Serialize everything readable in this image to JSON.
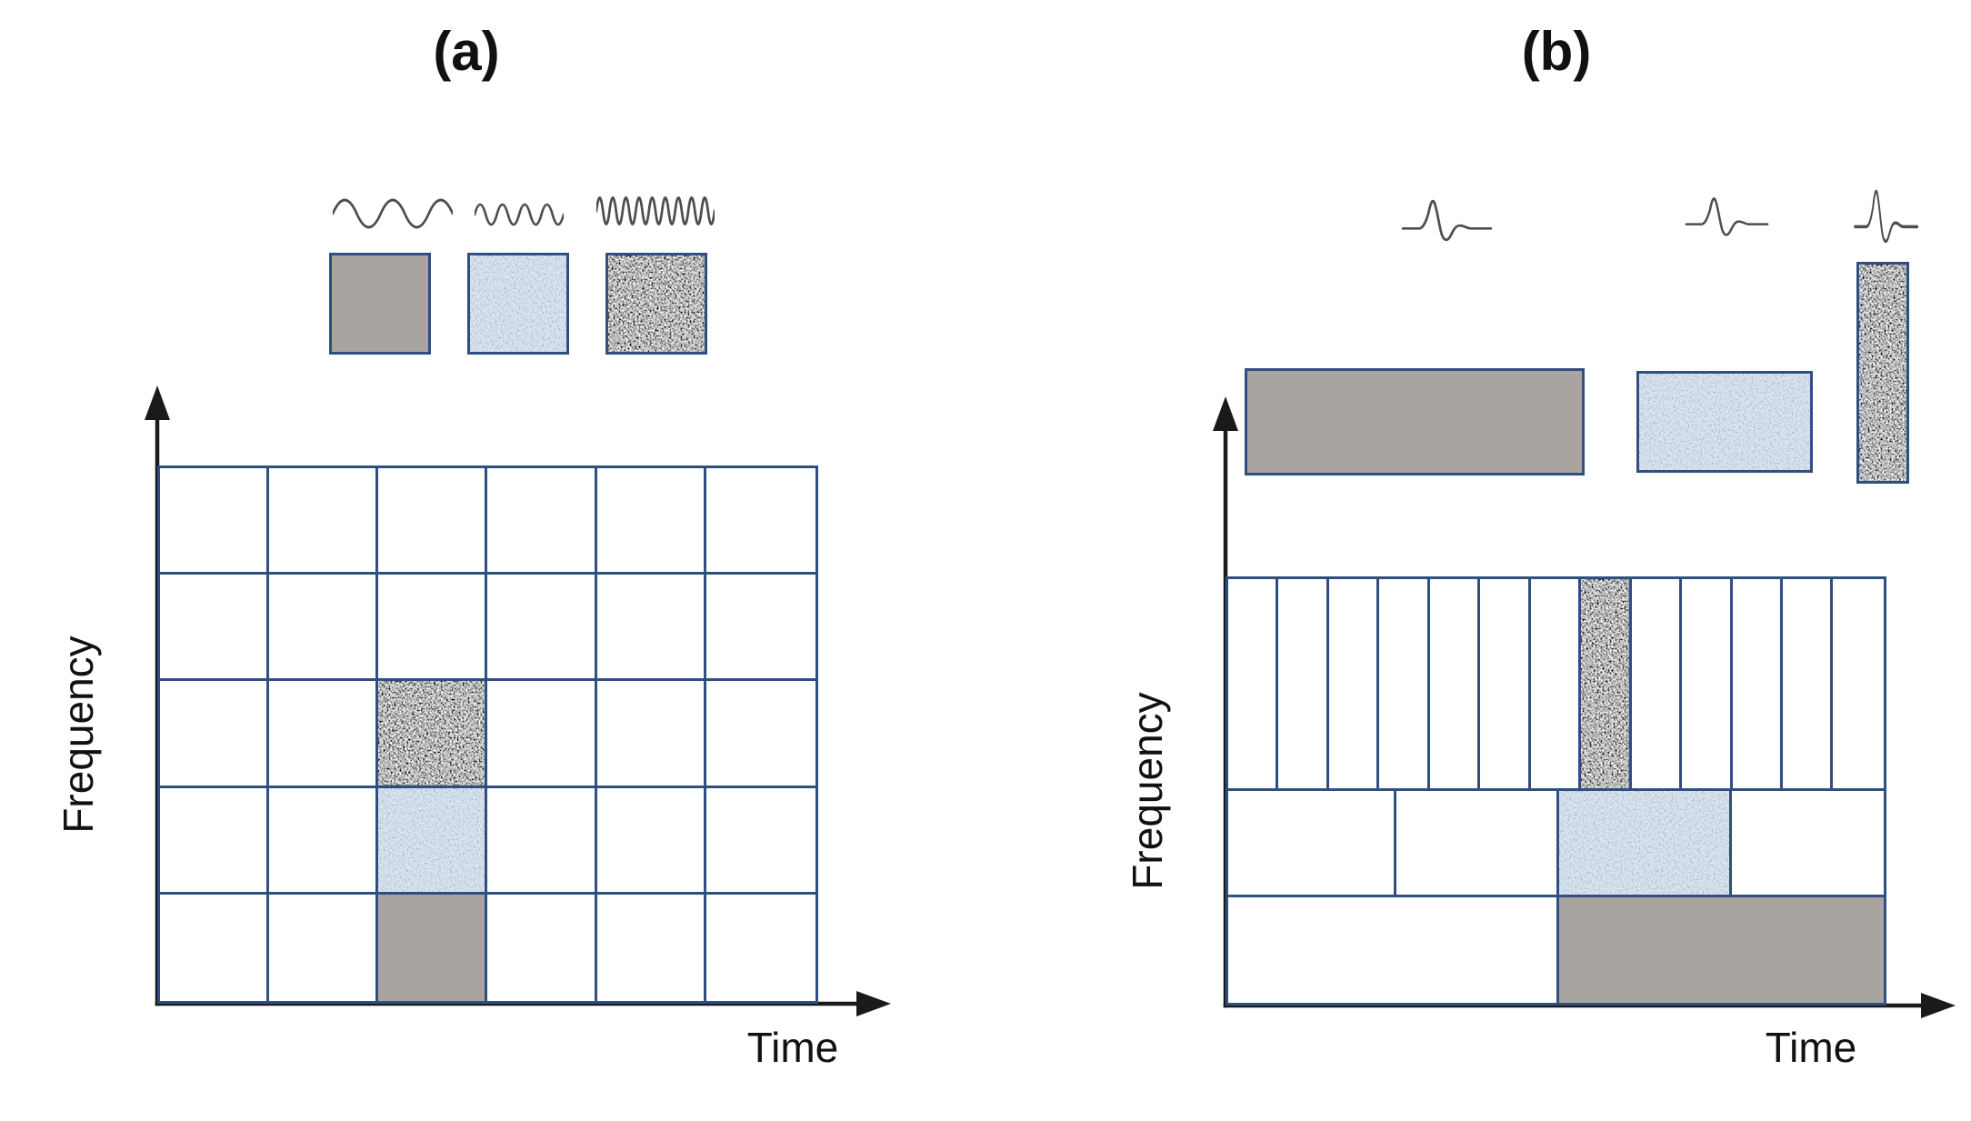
{
  "panels": [
    {
      "label": "(a)",
      "axis": {
        "x": "Time",
        "y": "Frequency"
      },
      "legend_icons": [
        "low-frequency-sine-wave",
        "mid-frequency-sine-wave",
        "high-frequency-sine-wave"
      ],
      "legend_swatches": [
        "gray-solid",
        "blue-textured",
        "dark-speckled"
      ],
      "grid": {
        "type": "uniform-stft-tiling",
        "bands": [
          {
            "height_frac": 0.2,
            "uniform_cells": 6,
            "filled": {}
          },
          {
            "height_frac": 0.2,
            "uniform_cells": 6,
            "filled": {}
          },
          {
            "height_frac": 0.2,
            "uniform_cells": 6,
            "filled": {
              "2": "dark"
            }
          },
          {
            "height_frac": 0.2,
            "uniform_cells": 6,
            "filled": {
              "2": "blue"
            }
          },
          {
            "height_frac": 0.2,
            "uniform_cells": 6,
            "filled": {
              "2": "gray"
            }
          }
        ]
      }
    },
    {
      "label": "(b)",
      "axis": {
        "x": "Time",
        "y": "Frequency"
      },
      "legend_icons": [
        "wavelet-wide",
        "wavelet-mid",
        "wavelet-narrow"
      ],
      "legend_swatches": [
        "gray-wide-rect",
        "blue-mid-rect",
        "dark-tall-rect"
      ],
      "grid": {
        "type": "wavelet-tiling",
        "bands": [
          {
            "height_frac": 0.5,
            "uniform_cells": 13,
            "filled": {
              "7": "dark"
            }
          },
          {
            "height_frac": 0.25,
            "boundaries": [
              0,
              0.257,
              0.505,
              0.768,
              1
            ],
            "filled": {
              "2": "blue"
            }
          },
          {
            "height_frac": 0.25,
            "boundaries": [
              0,
              0.505,
              1
            ],
            "filled": {
              "1": "gray"
            }
          }
        ]
      }
    }
  ],
  "colors": {
    "grid_line": "#2f4f80",
    "axis": "#1a1a1a",
    "gray_fill": "#a9a4a0",
    "blue_fill": "#d8e8f7",
    "dark_fill_base": "#8a8a8a"
  }
}
